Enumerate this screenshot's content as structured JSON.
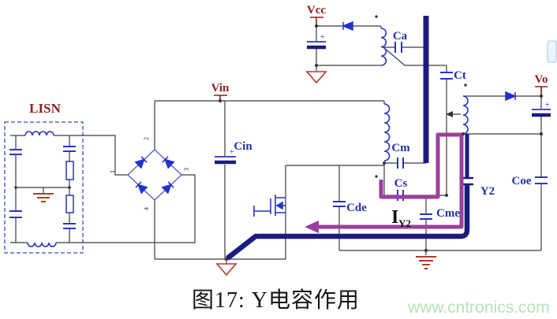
{
  "figure": {
    "caption": "图17: Y电容作用",
    "watermark": "www.cntronics.com"
  },
  "blocks": {
    "lisn": "LISN"
  },
  "nets": {
    "vcc": "Vcc",
    "vin": "Vin",
    "vo": "Vo"
  },
  "components": {
    "cin": "Cin",
    "ca": "Ca",
    "ct": "Ct",
    "cm": "Cm",
    "cs": "Cs",
    "cde": "Cde",
    "cme": "Cme",
    "y2": "Y2",
    "coe": "Coe"
  },
  "current_label": {
    "symbol": "I",
    "subscript": "Y2"
  },
  "bridge": {
    "pin1": "1",
    "pin2": "2",
    "pin3": "3",
    "pin4": "4"
  },
  "colors": {
    "wire": "#3c3c3c",
    "component_blue": "#2a35c0",
    "label_blue": "#2331a8",
    "net_label_red": "#8f1f1f",
    "ground_red": "#b03a2e",
    "highlight_navy": "#1b1b80",
    "highlight_purple": "#9c3f9c",
    "watermark_green": "#b7e3b7"
  }
}
